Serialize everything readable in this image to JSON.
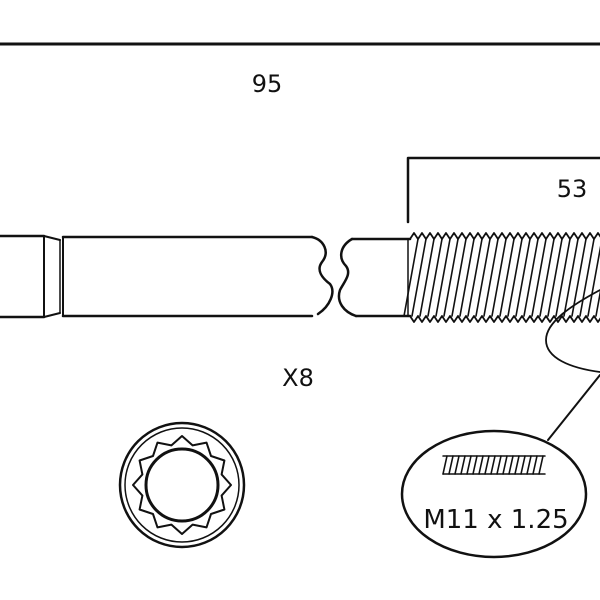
{
  "dimensions": {
    "overall_length": "95",
    "thread_length": "53"
  },
  "quantity_label": "X8",
  "thread_callout": "M11 x 1.25",
  "colors": {
    "line": "#111111",
    "background": "#ffffff"
  },
  "icons": {
    "bolt_head_end_view": "twelve-point-socket-icon",
    "thread_detail": "thread-detail-icon"
  }
}
